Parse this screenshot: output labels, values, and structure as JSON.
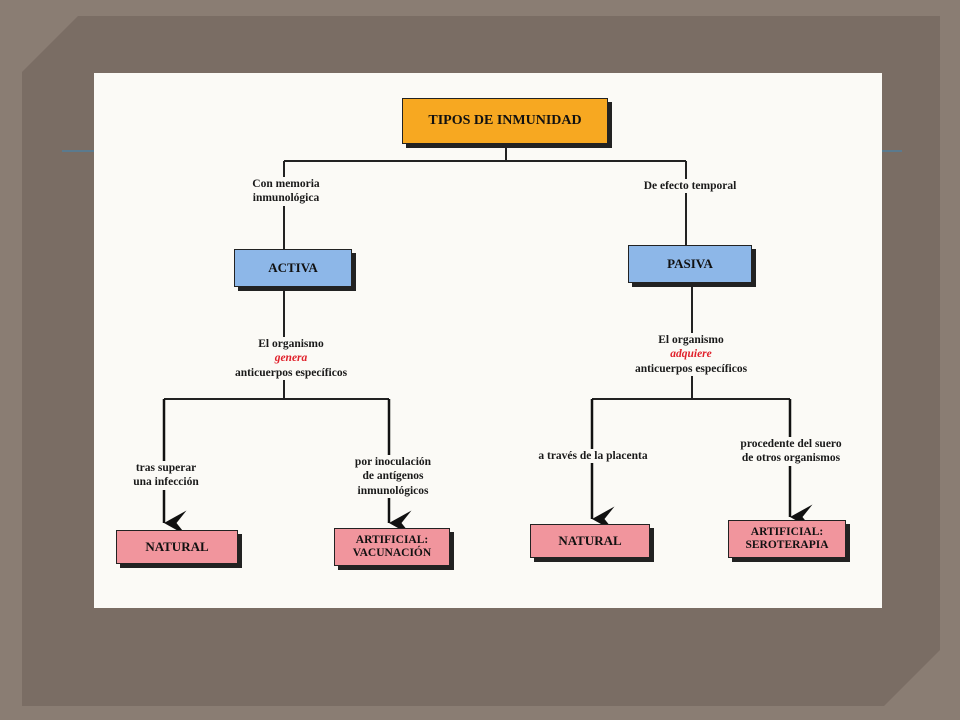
{
  "root": "TIPOS  DE  INMUNIDAD",
  "left": {
    "edge_label": [
      "Con memoria",
      "inmunológica"
    ],
    "node": "ACTIVA",
    "desc_top": "El organismo",
    "desc_highlight": "genera",
    "desc_bottom": "anticuerpos específicos",
    "branch1_label": [
      "tras superar",
      "una infección"
    ],
    "branch1_node": "NATURAL",
    "branch2_label": [
      "por inoculación",
      "de antígenos",
      "inmunológicos"
    ],
    "branch2_node": [
      "ARTIFICIAL:",
      "VACUNACIÓN"
    ]
  },
  "right": {
    "edge_label": [
      "De efecto temporal"
    ],
    "node": "PASIVA",
    "desc_top": "El organismo",
    "desc_highlight": "adquiere",
    "desc_bottom": "anticuerpos específicos",
    "branch1_label": [
      "a través de la placenta"
    ],
    "branch1_node": "NATURAL",
    "branch2_label": [
      "procedente del suero",
      "de otros organismos"
    ],
    "branch2_node": [
      "ARTIFICIAL:",
      "SEROTERAPIA"
    ]
  },
  "colors": {
    "root": "#f7a821",
    "level1": "#8db7e8",
    "leaf": "#f1959d",
    "highlight": "#e0202a"
  }
}
